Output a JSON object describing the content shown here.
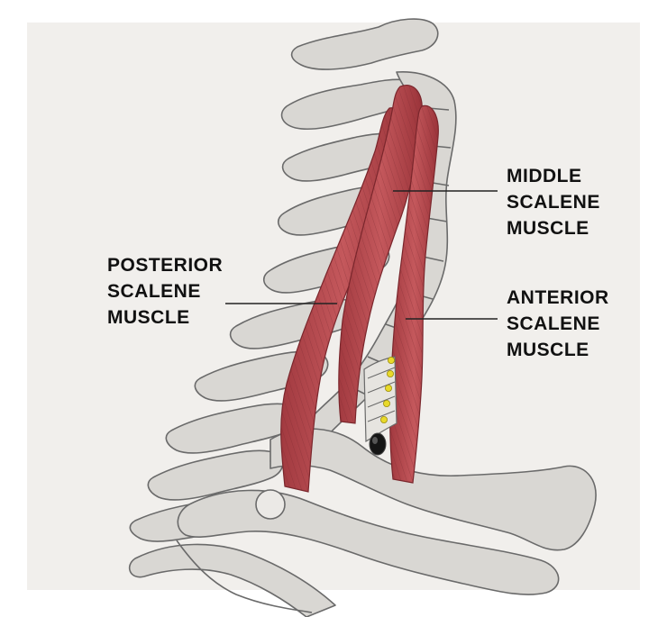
{
  "labels": {
    "middle": {
      "line1": "MIDDLE",
      "line2": "SCALENE",
      "line3": "MUSCLE"
    },
    "posterior": {
      "line1": "POSTERIOR",
      "line2": "SCALENE",
      "line3": "MUSCLE"
    },
    "anterior": {
      "line1": "ANTERIOR",
      "line2": "SCALENE",
      "line3": "MUSCLE"
    }
  },
  "colors": {
    "muscle": "#b8484d",
    "muscle_dark": "#8e2f35",
    "bone": "#d9d7d3",
    "bone_outline": "#6a6a6a",
    "nerve": "#e8d92a",
    "vessel": "#151515",
    "leader_line": "#222222"
  },
  "icons": [
    "cervical-spine-illustration",
    "first-rib-illustration",
    "clavicle-illustration"
  ]
}
